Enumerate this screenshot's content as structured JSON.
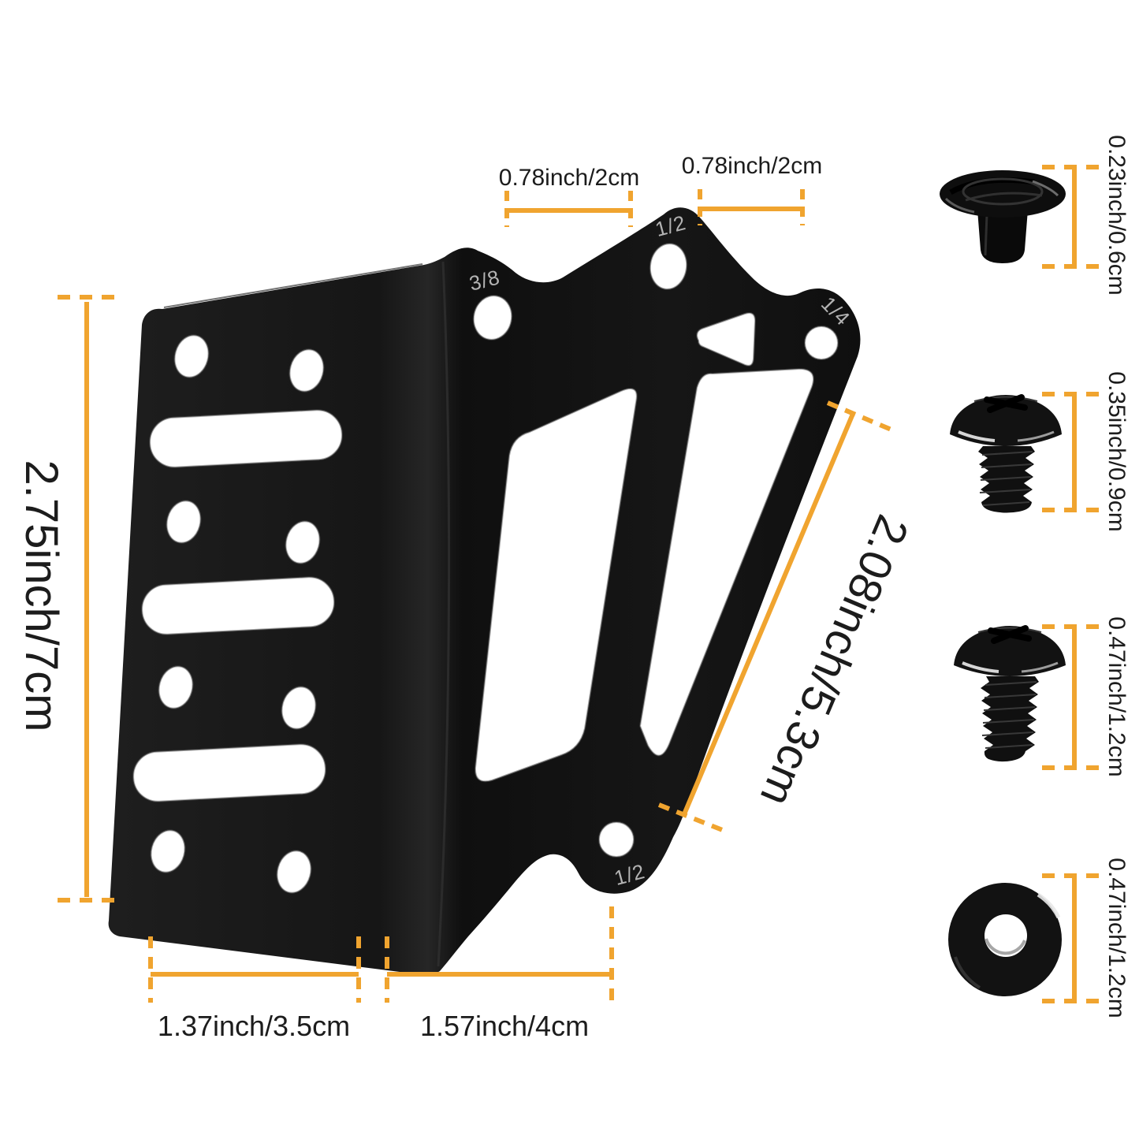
{
  "colors": {
    "accent": "#F0A42F",
    "metal": "#141414",
    "engraving": "#b3b3b3"
  },
  "bracket": {
    "engraved_hole_sizes": [
      "3/8",
      "1/2",
      "1/4",
      "1/2"
    ]
  },
  "dimensions": {
    "top_left_span": "0.78inch/2cm",
    "top_right_span": "0.78inch/2cm",
    "left_height": "2.75inch/7cm",
    "diagonal_edge": "2.08inch/5.3cm",
    "bottom_left_width": "1.37inch/3.5cm",
    "bottom_right_width": "1.57inch/4cm"
  },
  "hardware": [
    {
      "item": "flange-cap-nut",
      "height": "0.23inch/0.6cm"
    },
    {
      "item": "short-truss-head-screw",
      "height": "0.35inch/0.9cm"
    },
    {
      "item": "long-truss-head-screw",
      "height": "0.47inch/1.2cm"
    },
    {
      "item": "flat-washer",
      "height": "0.47inch/1.2cm"
    }
  ]
}
